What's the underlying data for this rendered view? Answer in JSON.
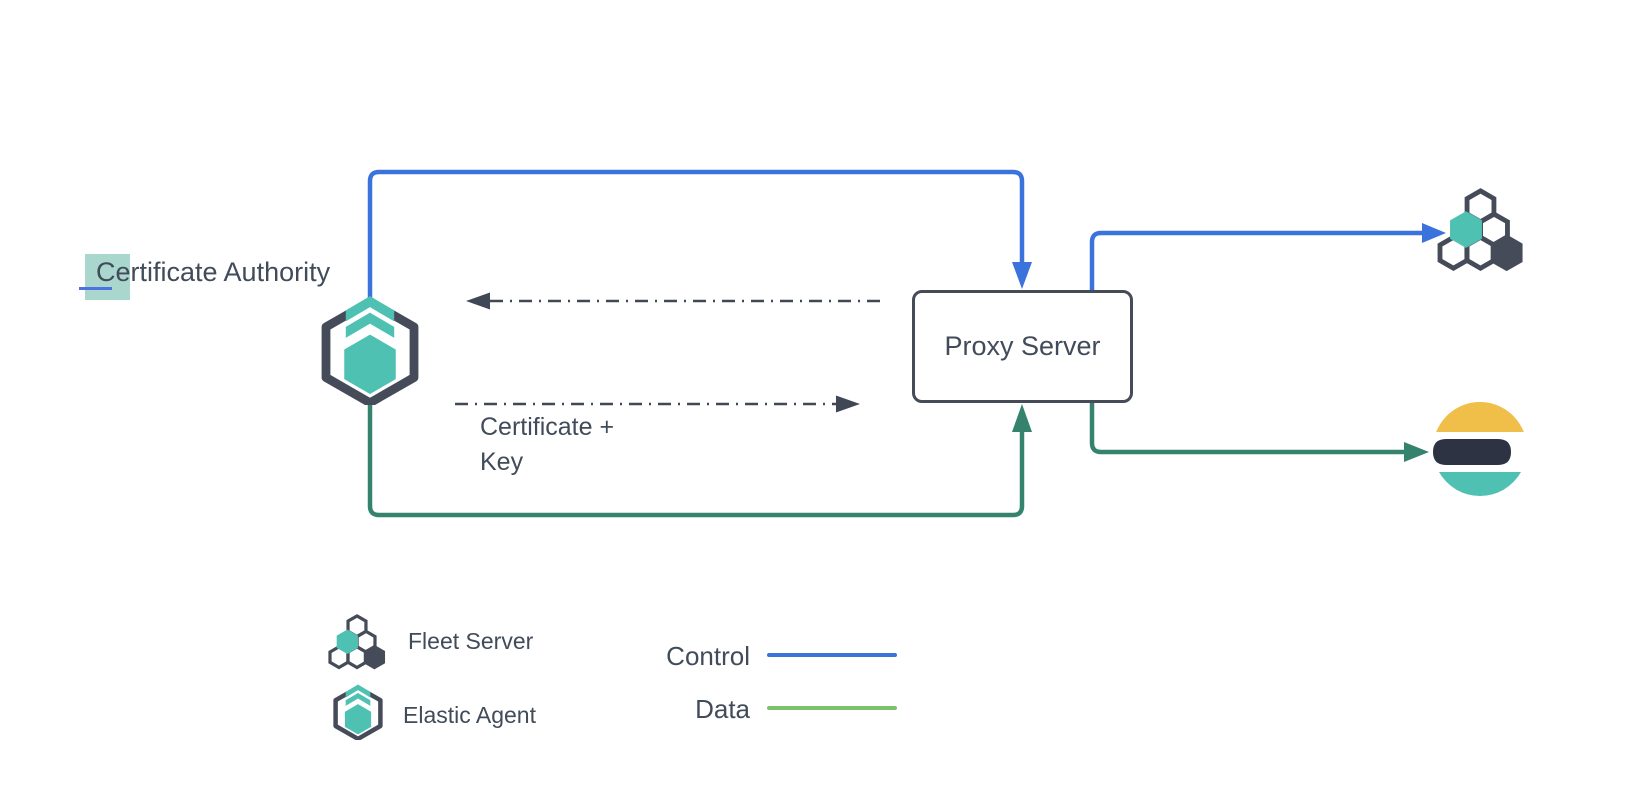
{
  "diagram": {
    "certificate_authority_label": "Certificate Authority",
    "proxy_server_label": "Proxy Server",
    "certificate_key_label": "Certificate + Key"
  },
  "legend": {
    "fleet_server_label": "Fleet Server",
    "elastic_agent_label": "Elastic Agent",
    "control_label": "Control",
    "data_label": "Data"
  },
  "icons": {
    "elastic_agent": "elastic-agent-icon",
    "fleet_server": "fleet-server-icon",
    "elasticsearch": "elasticsearch-icon"
  },
  "colors": {
    "control_blue": "#3b73dd",
    "data_green": "#35836d",
    "legend_data_green": "#7cc26b",
    "teal": "#4ec1b2",
    "dark_slate": "#454b59",
    "elastic_yellow": "#f0bf4a",
    "elastic_dark": "#2d3343",
    "selection_highlight": "#a9d6cd",
    "cursor_blue": "#4b72e0",
    "dashed_arrow": "#414855",
    "text": "#414b5a"
  }
}
